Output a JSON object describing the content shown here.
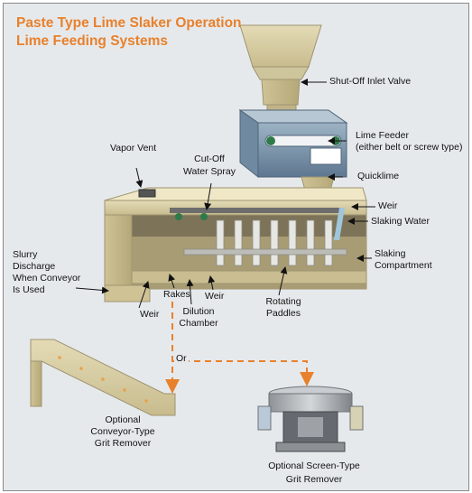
{
  "title": {
    "line1": "Paste Type Lime Slaker Operation",
    "line2": "Lime Feeding Systems"
  },
  "labels": {
    "shutoff_valve": "Shut-Off Inlet Valve",
    "lime_feeder_1": "Lime Feeder",
    "lime_feeder_2": "(either belt or screw type)",
    "quicklime": "Quicklime",
    "vapor_vent": "Vapor Vent",
    "cutoff_spray_1": "Cut-Off",
    "cutoff_spray_2": "Water Spray",
    "weir_top": "Weir",
    "slaking_water": "Slaking Water",
    "slaking_compartment_1": "Slaking",
    "slaking_compartment_2": "Compartment",
    "slurry_1": "Slurry",
    "slurry_2": "Discharge",
    "slurry_3": "When Conveyor",
    "slurry_4": "Is Used",
    "rakes": "Rakes",
    "weir_mid": "Weir",
    "weir_left": "Weir",
    "rotating_1": "Rotating",
    "rotating_2": "Paddles",
    "dilution_1": "Dilution",
    "dilution_2": "Chamber",
    "or": "Or",
    "conveyor_1": "Optional",
    "conveyor_2": "Conveyor-Type",
    "conveyor_3": "Grit Remover",
    "screen_1": "Optional Screen-Type",
    "screen_2": "Grit Remover"
  },
  "colors": {
    "title": "#e8812c",
    "flow_arrow": "#e8812c",
    "tank_tan": "#d9cfa8",
    "feeder_blue": "#6f8aa0",
    "background": "#e6e9ec"
  }
}
